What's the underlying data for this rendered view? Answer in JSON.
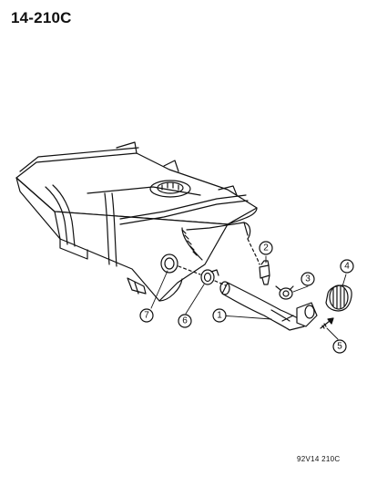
{
  "header": {
    "title": "14-210C"
  },
  "footer": {
    "figure_code": "92V14 210C"
  },
  "callouts": [
    {
      "id": "c1",
      "label": "1",
      "part": "filler-tube"
    },
    {
      "id": "c2",
      "label": "2",
      "part": "vent-valve"
    },
    {
      "id": "c3",
      "label": "3",
      "part": "clamp"
    },
    {
      "id": "c4",
      "label": "4",
      "part": "fuel-cap"
    },
    {
      "id": "c5",
      "label": "5",
      "part": "screw"
    },
    {
      "id": "c6",
      "label": "6",
      "part": "hose-clamp"
    },
    {
      "id": "c7",
      "label": "7",
      "part": "grommet"
    }
  ]
}
